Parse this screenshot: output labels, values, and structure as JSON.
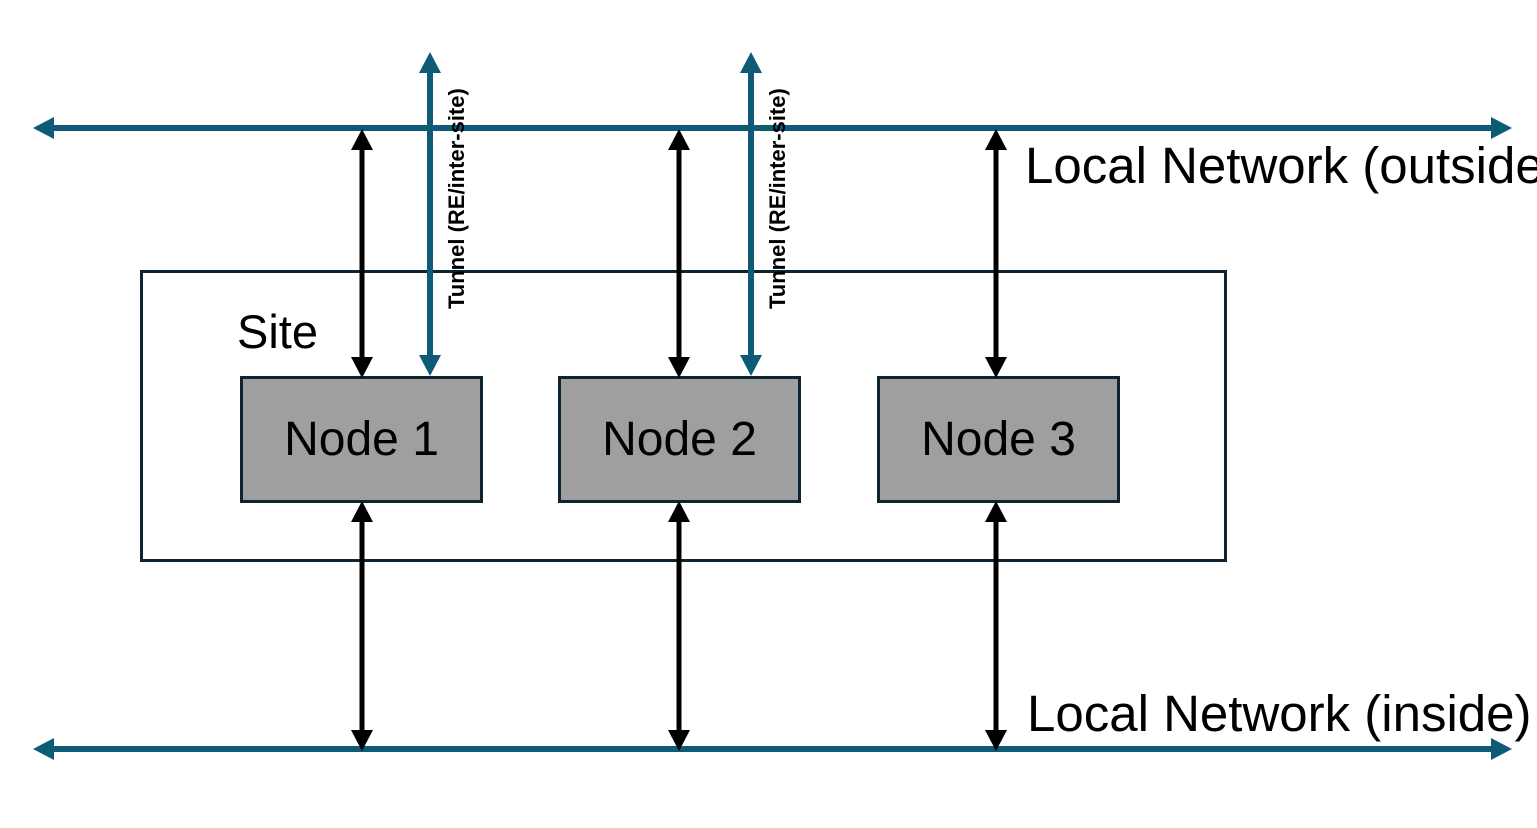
{
  "diagram": {
    "title_none": "",
    "networks": {
      "outside_label": "Local Network (outside)",
      "inside_label": "Local Network (inside)"
    },
    "site": {
      "label": "Site",
      "nodes": [
        {
          "label": "Node 1"
        },
        {
          "label": "Node 2"
        },
        {
          "label": "Node 3"
        }
      ]
    },
    "tunnels": [
      {
        "label": "Tunnel (RE/inter-site)"
      },
      {
        "label": "Tunnel (RE/inter-site)"
      }
    ],
    "colors": {
      "accent_teal": "#0d5b76",
      "border_dark": "#0c2531",
      "node_fill": "#9f9f9f",
      "connector_black": "#000000",
      "text_color": "#000000"
    }
  }
}
